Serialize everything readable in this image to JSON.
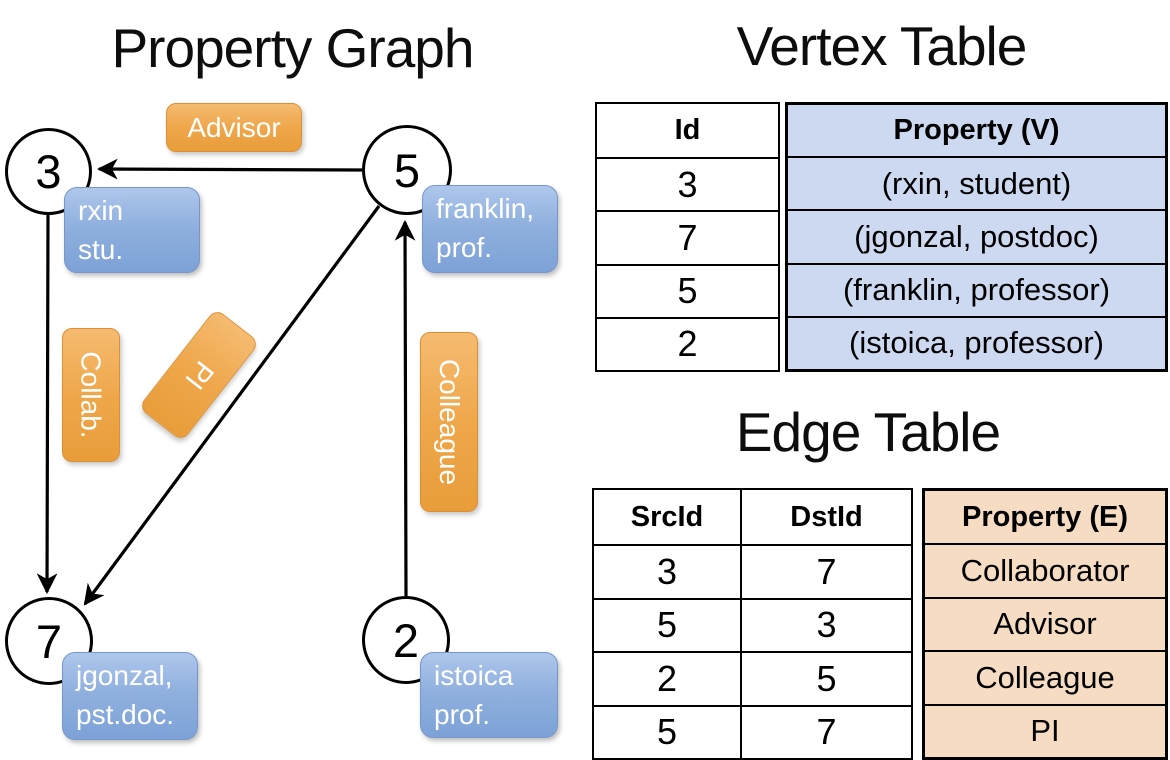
{
  "graph": {
    "title": "Property Graph",
    "nodes": [
      {
        "id": "3"
      },
      {
        "id": "5"
      },
      {
        "id": "7"
      },
      {
        "id": "2"
      }
    ],
    "vertex_cards": [
      {
        "line1": "rxin",
        "line2": "stu."
      },
      {
        "line1": "franklin,",
        "line2": "prof."
      },
      {
        "line1": "jgonzal,",
        "line2": "pst.doc."
      },
      {
        "line1": "istoica",
        "line2": "prof."
      }
    ],
    "edge_labels": {
      "advisor": "Advisor",
      "collab": "Collab.",
      "pi": "PI",
      "colleague": "Colleague"
    }
  },
  "vertex_table": {
    "title": "Vertex Table",
    "columns": {
      "id": "Id",
      "property": "Property (V)"
    },
    "rows": [
      {
        "id": "3",
        "property": "(rxin, student)"
      },
      {
        "id": "7",
        "property": "(jgonzal, postdoc)"
      },
      {
        "id": "5",
        "property": "(franklin, professor)"
      },
      {
        "id": "2",
        "property": "(istoica, professor)"
      }
    ]
  },
  "edge_table": {
    "title": "Edge Table",
    "columns": {
      "src": "SrcId",
      "dst": "DstId",
      "property": "Property (E)"
    },
    "rows": [
      {
        "src": "3",
        "dst": "7",
        "property": "Collaborator"
      },
      {
        "src": "5",
        "dst": "3",
        "property": "Advisor"
      },
      {
        "src": "2",
        "dst": "5",
        "property": "Colleague"
      },
      {
        "src": "5",
        "dst": "7",
        "property": "PI"
      }
    ]
  },
  "colors": {
    "edge_accent": "#efa74b",
    "vertex_accent": "#90b0de",
    "vertex_property_fill": "#cdd9f1",
    "edge_property_fill": "#f6dcc2",
    "line_color": "#000000"
  }
}
